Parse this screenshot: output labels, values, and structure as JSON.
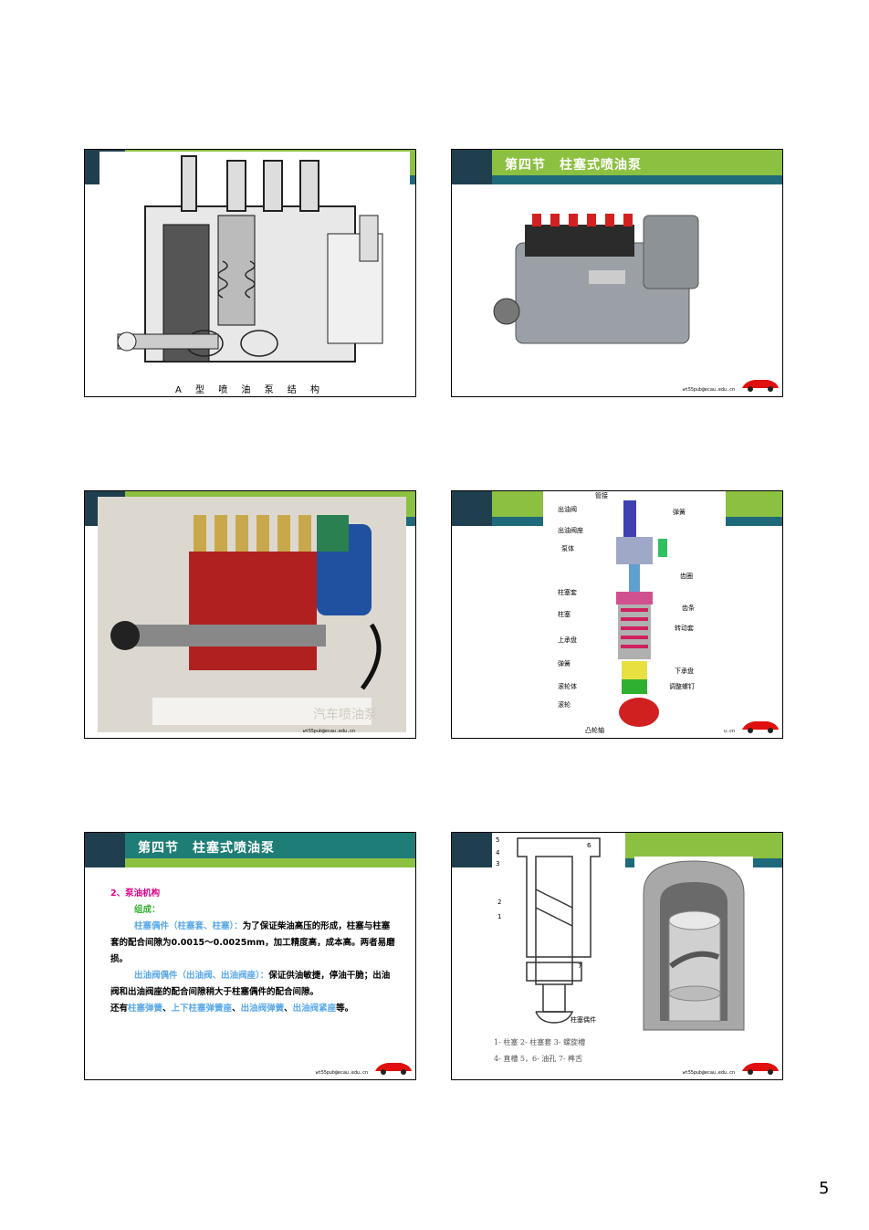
{
  "page_number": "5",
  "email": "wt55pub@ecau.edu.cn",
  "slides": {
    "s1": {
      "caption": "A 型 喷 油 泵 结 构"
    },
    "s2": {
      "title": "第四节　柱塞式喷油泵"
    },
    "s3": {
      "watermark": "汽车喷油泵"
    },
    "s4": {
      "labels_left": [
        "管接",
        "出油阀",
        "出油阀座",
        "泵体",
        "柱塞套",
        "柱塞",
        "上承盘",
        "弹簧",
        "滚轮体",
        "滚轮",
        "凸轮轴"
      ],
      "labels_right": [
        "弹簧",
        "齿圈",
        "齿条",
        "转动套",
        "下承盘",
        "调整螺钉"
      ],
      "email_short": "u.cn"
    },
    "s5": {
      "title": "第四节　柱塞式喷油泵",
      "heading": "2、泵油机构",
      "sub": "组成：",
      "p1_a": "柱塞偶件（柱塞套、柱塞）：",
      "p1_b": "为了保证柴油高压的形成，柱塞与柱塞套的配合间隙为0.0015～0.0025mm，加工精度高，成本高。两者易磨损。",
      "p2_a": "出油阀偶件（出油阀、出油阀座）：",
      "p2_b": "保证供油敏捷，停油干脆；出油阀和出油阀座的配合间隙稍大于柱塞偶件的配合间隙。",
      "p3_a": "还有",
      "p3_b": "柱塞弹簧",
      "p3_c": "、",
      "p3_d": "上下柱塞弹簧座",
      "p3_e": "、",
      "p3_f": "出油阀弹簧",
      "p3_g": "、",
      "p3_h": "出油阀紧座",
      "p3_i": "等。"
    },
    "s6": {
      "diagram_label": "柱塞偶件",
      "legend1": "1- 柱塞  2- 柱塞套  3- 螺旋槽",
      "legend2": "4- 直槽  5，6- 油孔  7- 榫舌",
      "nums": [
        "5",
        "4",
        "3",
        "6",
        "2",
        "1",
        "7"
      ]
    }
  },
  "colors": {
    "header_green": "#8cc040",
    "header_teal": "#1e6a7a",
    "car_red": "#e01010"
  }
}
